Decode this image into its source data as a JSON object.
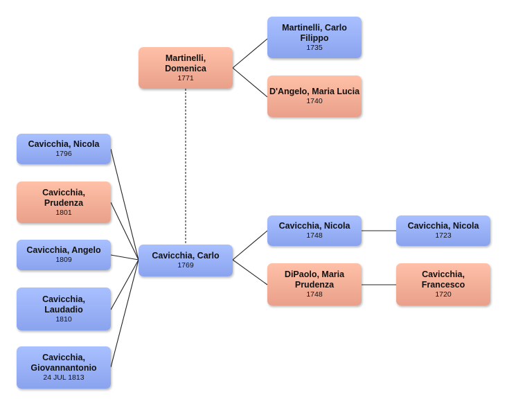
{
  "people": {
    "martinelli_carlo_filippo": {
      "name": "Martinelli, Carlo Filippo",
      "date": "1735",
      "sex": "male"
    },
    "dangelo_maria_lucia": {
      "name": "D'Angelo, Maria Lucia",
      "date": "1740",
      "sex": "female"
    },
    "martinelli_domenica": {
      "name": "Martinelli, Domenica",
      "date": "1771",
      "sex": "female"
    },
    "cavicchia_nicola_1796": {
      "name": "Cavicchia, Nicola",
      "date": "1796",
      "sex": "male"
    },
    "cavicchia_prudenza": {
      "name": "Cavicchia, Prudenza",
      "date": "1801",
      "sex": "female"
    },
    "cavicchia_angelo": {
      "name": "Cavicchia, Angelo",
      "date": "1809",
      "sex": "male"
    },
    "cavicchia_laudadio": {
      "name": "Cavicchia, Laudadio",
      "date": "1810",
      "sex": "male"
    },
    "cavicchia_giovannantonio": {
      "name": "Cavicchia, Giovannantonio",
      "date": "24 JUL 1813",
      "sex": "male"
    },
    "cavicchia_carlo": {
      "name": "Cavicchia, Carlo",
      "date": "1769",
      "sex": "male"
    },
    "cavicchia_nicola_1748": {
      "name": "Cavicchia, Nicola",
      "date": "1748",
      "sex": "male"
    },
    "dipaolo_maria_prudenza": {
      "name": "DiPaolo, Maria Prudenza",
      "date": "1748",
      "sex": "female"
    },
    "cavicchia_nicola_1723": {
      "name": "Cavicchia, Nicola",
      "date": "1723",
      "sex": "male"
    },
    "cavicchia_francesco": {
      "name": "Cavicchia, Francesco",
      "date": "1720",
      "sex": "female"
    }
  },
  "colors": {
    "male": "#8fa8f2",
    "female": "#f0a88f",
    "connector": "#222222"
  }
}
